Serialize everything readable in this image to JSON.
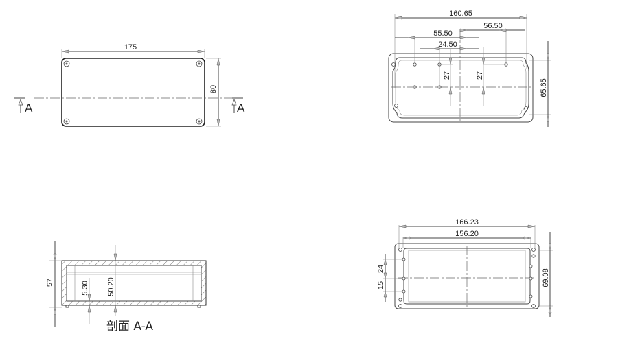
{
  "top_view": {
    "width_dim": "175",
    "height_dim": "80",
    "section_label_left": "A",
    "section_label_right": "A"
  },
  "inner_view": {
    "overall_dim": "160.65",
    "dim_55": "55.50",
    "dim_56": "56.50",
    "dim_24": "24.50",
    "dim_27_left": "27",
    "dim_27_right": "27",
    "height_dim": "65.65"
  },
  "section_view": {
    "height_dim": "57",
    "inner_depth_dim": "50.20",
    "step_dim": "5.30",
    "caption": "剖面 A-A"
  },
  "bottom_view": {
    "outer_dim": "166.23",
    "inner_dim": "156.20",
    "height_dim": "69.08",
    "spacing_top": "24",
    "spacing_bottom": "15"
  }
}
